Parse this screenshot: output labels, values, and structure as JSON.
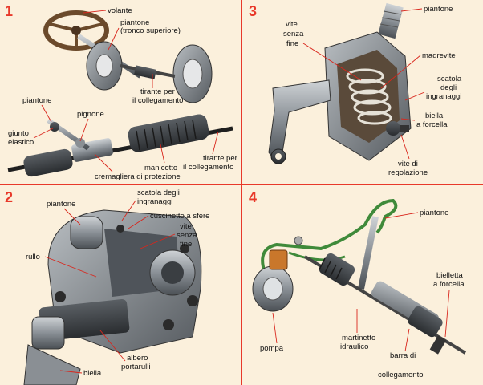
{
  "panels": [
    {
      "number": "1",
      "labels": {
        "volante": "volante",
        "piantone_top_1": "piantone",
        "piantone_top_2": "(tronco superiore)",
        "tirante_top_1": "tirante per",
        "tirante_top_2": "il collegamento",
        "piantone": "piantone",
        "pignone": "pignone",
        "giunto_1": "giunto",
        "giunto_2": "elastico",
        "manicotto": "manicotto",
        "cremagliera": "cremagliera di protezione",
        "tirante_1": "tirante per",
        "tirante_2": "il collegamento"
      }
    },
    {
      "number": "2",
      "labels": {
        "piantone": "piantone",
        "scatola_1": "scatola degli",
        "scatola_2": "ingranaggi",
        "cuscinetto": "cuscinetto a sfere",
        "vite_1": "vite",
        "vite_2": "senza",
        "vite_3": "fine",
        "rullo": "rullo",
        "albero_1": "albero",
        "albero_2": "portarulli",
        "biella": "biella"
      }
    },
    {
      "number": "3",
      "labels": {
        "piantone": "piantone",
        "vite_1": "vite",
        "vite_2": "senza",
        "vite_3": "fine",
        "madrevite": "madrevite",
        "scatola_1": "scatola",
        "scatola_2": "degli",
        "scatola_3": "ingranaggi",
        "biella_1": "biella",
        "biella_2": "a forcella",
        "vite_reg_1": "vite di",
        "vite_reg_2": "regolazione"
      }
    },
    {
      "number": "4",
      "labels": {
        "piantone": "piantone",
        "biella_1": "bielletta",
        "biella_2": "a forcella",
        "pompa": "pompa",
        "martinetto_1": "martinetto",
        "martinetto_2": "idraulico",
        "barra_1": "barra di",
        "barra_2": "collegamento"
      }
    }
  ],
  "colors": {
    "background": "#fbf0dc",
    "divider": "#e8392a",
    "leader": "#d9261c",
    "number": "#e8392a"
  }
}
